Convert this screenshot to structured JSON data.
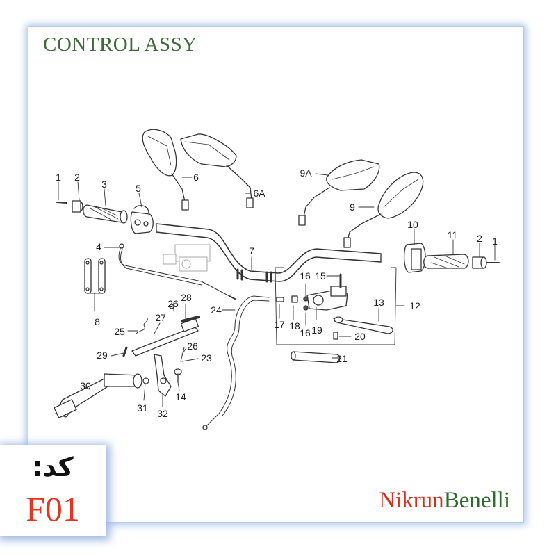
{
  "title": "CONTROL ASSY",
  "code": {
    "label": "کد:",
    "value": "F01"
  },
  "brand": {
    "part1": "Nikrun",
    "part2": "Benelli"
  },
  "colors": {
    "title": "#3f6b3b",
    "code": "#e4361f",
    "brand_red": "#d42f1f",
    "brand_green": "#2f6b2a",
    "frame_glow": "#a9c4ea"
  },
  "callouts": {
    "c1a": "1",
    "c2a": "2",
    "c3": "3",
    "c5": "5",
    "c6": "6",
    "c6A": "6A",
    "c9A": "9A",
    "c9": "9",
    "c10": "10",
    "c11": "11",
    "c2b": "2",
    "c1b": "1",
    "c4": "4",
    "c7": "7",
    "c8": "8",
    "c12": "12",
    "c13": "13",
    "c15": "15",
    "c16a": "16",
    "c16b": "16",
    "c17": "17",
    "c18": "18",
    "c19": "19",
    "c20": "20",
    "c21": "21",
    "c24": "24",
    "c26a": "26",
    "c28": "28",
    "c25": "25",
    "c27": "27",
    "c29": "29",
    "c26b": "26",
    "c23": "23",
    "c30": "30",
    "c31": "31",
    "c32": "32",
    "c14": "14"
  }
}
